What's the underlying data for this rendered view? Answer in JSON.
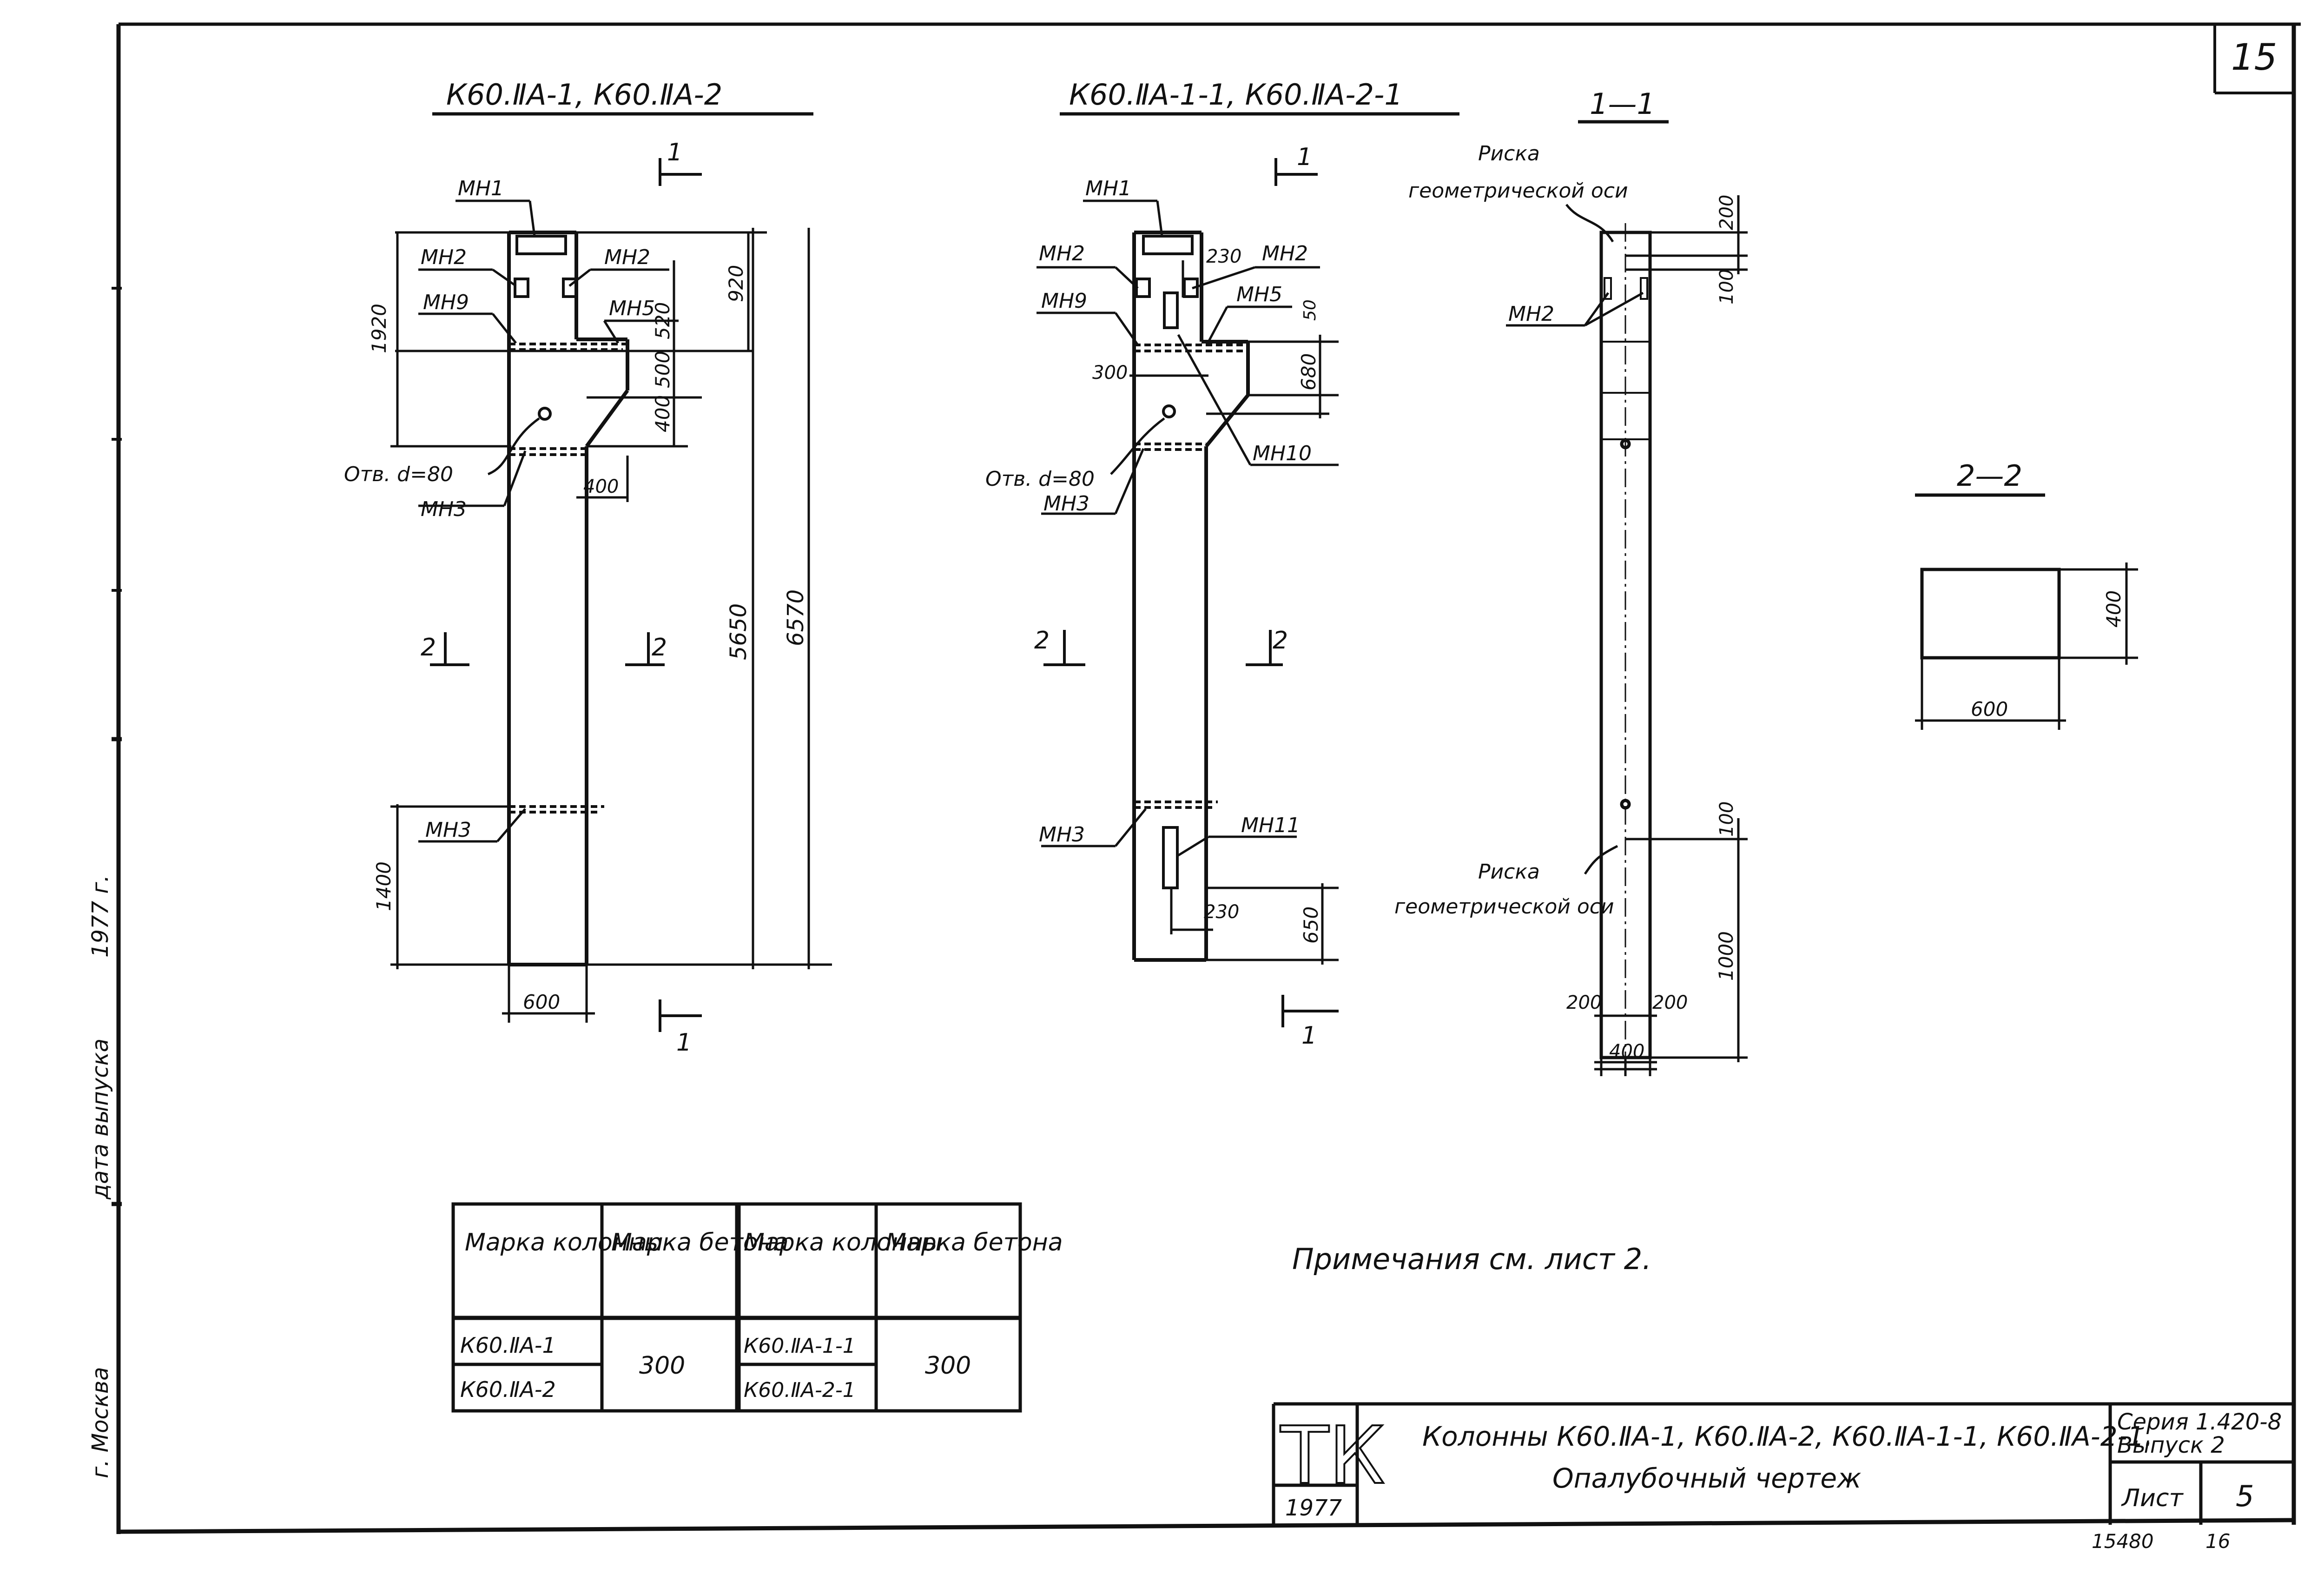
{
  "sheet": {
    "number_top": "15",
    "stamp_bottom_left": "15480",
    "stamp_bottom_right": "16"
  },
  "margin_notes": {
    "date_label": "дата выпуска",
    "date_value": "1977 г.",
    "city": "г. Москва"
  },
  "titles": {
    "view_a": "К60.ⅡА-1, К60.ⅡА-2",
    "view_b": "К60.ⅡА-1-1, К60.ⅡА-2-1",
    "section_1": "1—1",
    "section_2": "2—2"
  },
  "cut_marks": {
    "one": "1",
    "two": "2"
  },
  "view_a": {
    "labels": [
      "МН1",
      "МН2",
      "МН2",
      "МН9",
      "МН5",
      "Отв. d=80",
      "МН3",
      "МН3"
    ],
    "dims": [
      "1920",
      "920",
      "520",
      "500",
      "400",
      "400",
      "5650",
      "6570",
      "1400",
      "600"
    ]
  },
  "view_b": {
    "labels": [
      "МН1",
      "МН2",
      "МН2",
      "МН9",
      "МН5",
      "МН10",
      "Отв. d=80",
      "МН3",
      "МН3",
      "МН11"
    ],
    "dims": [
      "230",
      "50",
      "300",
      "680",
      "230",
      "650"
    ]
  },
  "section_1_1": {
    "labels": [
      "Риска",
      "геометрической оси",
      "МН2",
      "Риска",
      "геометрической оси"
    ],
    "dims": [
      "200",
      "100",
      "100",
      "1000",
      "200",
      "200",
      "400"
    ]
  },
  "section_2_2": {
    "dims": [
      "400",
      "600"
    ]
  },
  "table": {
    "headers": [
      "Марка колонны",
      "Марка бетона",
      "Марка колонны",
      "Марка бетона"
    ],
    "left_marks": [
      "К60.ⅡА-1",
      "К60.ⅡА-2"
    ],
    "left_concrete": "300",
    "right_marks": [
      "К60.ⅡА-1-1",
      "К60.ⅡА-2-1"
    ],
    "right_concrete": "300"
  },
  "note": "Примечания см. лист 2.",
  "title_block": {
    "logo": "ТК",
    "year": "1977",
    "title_line1": "Колонны К60.ⅡА-1, К60.ⅡА-2, К60.ⅡА-1-1, К60.ⅡА-2-1.",
    "title_line2": "Опалубочный чертеж",
    "series": "Серия 1.420-8",
    "issue": "Выпуск 2",
    "sheet_label": "Лист",
    "sheet_value": "5"
  }
}
